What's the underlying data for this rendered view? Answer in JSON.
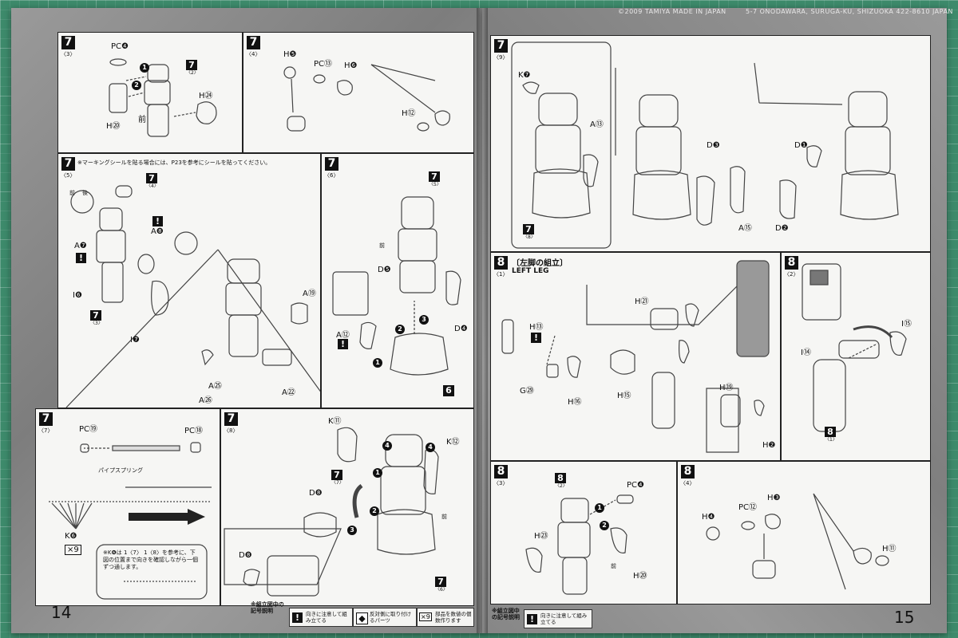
{
  "header": {
    "right_text": "5-7 ONODAWARA, SURUGA-KU, SHIZUOKA 422-8610 JAPAN",
    "left_text": "©2009 TAMIYA  MADE IN JAPAN"
  },
  "left_page": {
    "page_number": "14",
    "step7_3": {
      "step": "7",
      "sub": "〈3〉",
      "labels": {
        "pc4": "PC❹",
        "h20": "H⑳",
        "h24": "H㉔",
        "front": "前"
      },
      "ref": {
        "num": "7",
        "sub": "〈2〉"
      }
    },
    "step7_4": {
      "step": "7",
      "sub": "〈4〉",
      "labels": {
        "h5": "H❺",
        "pc13": "PC⑬",
        "h6": "H❻",
        "h12": "H⑫"
      }
    },
    "step7_5": {
      "step": "7",
      "sub": "〈5〉",
      "note": "※マーキングシールを貼る場合には、P23を参考にシールを貼ってください。",
      "labels": {
        "a7": "A❼",
        "a8": "A❽",
        "i6": "I❻",
        "i7": "I❼",
        "a19": "A⑲",
        "a25": "A㉕",
        "a26": "A㉖",
        "a22": "A㉒",
        "front": "前",
        "back": "後"
      },
      "ref_top": {
        "num": "7",
        "sub": "〈4〉"
      },
      "ref_low": {
        "num": "7",
        "sub": "〈3〉"
      }
    },
    "step7_6": {
      "step": "7",
      "sub": "〈6〉",
      "labels": {
        "d5": "D❺",
        "d4": "D❹",
        "a12": "A⑫",
        "front": "前"
      },
      "ref_top": {
        "num": "7",
        "sub": "〈5〉"
      },
      "ref_box": "6"
    },
    "step7_7": {
      "step": "7",
      "sub": "〈7〉",
      "labels": {
        "pc19": "PC⑲",
        "pc18": "PC⑱",
        "spring": "パイプスプリング",
        "k6": "K❻",
        "x9": "×9"
      },
      "note": "※K❻は 1〈7〉 1〈8〉を参考に、下図の位置まで向きを確認しながら一個ずつ通します。"
    },
    "step7_8": {
      "step": "7",
      "sub": "〈8〉",
      "labels": {
        "k11": "K⑪",
        "k12": "K⑫",
        "d8": "D❽",
        "d8b": "D❽",
        "front": "前"
      },
      "ref_mid": {
        "num": "7",
        "sub": "〈7〉"
      },
      "ref_bot": {
        "num": "7",
        "sub": "〈6〉"
      }
    },
    "legend": {
      "title": "※組立図中の記号説明",
      "items": [
        {
          "icon": "!",
          "text": "向きに注意して組み立てる"
        },
        {
          "icon": "◆",
          "text": "反対側に取り付けるパーツ"
        },
        {
          "icon": "×9",
          "text": "部品を数値の個数作ります"
        }
      ]
    }
  },
  "right_page": {
    "page_number": "15",
    "step7_9": {
      "step": "7",
      "sub": "〈9〉",
      "labels": {
        "k7": "K❼",
        "a13": "A⑬",
        "d3": "D❸",
        "a15": "A⑮",
        "d1": "D❶",
        "d2": "D❷"
      },
      "ref": {
        "num": "7",
        "sub": "〈8〉"
      }
    },
    "step8_1": {
      "step": "8",
      "sub": "〈1〉",
      "title_jp": "〔左脚の組立〕",
      "title_en": "LEFT LEG",
      "labels": {
        "h13": "H⑬",
        "g29": "G㉙",
        "h16": "H⑯",
        "h15": "H⑮",
        "h21": "H㉑",
        "h19": "H⑲",
        "h2": "H❷"
      }
    },
    "step8_2": {
      "step": "8",
      "sub": "〈2〉",
      "labels": {
        "i15": "I⑮",
        "i14": "I⑭"
      },
      "ref": {
        "num": "8",
        "sub": "〈1〉"
      }
    },
    "step8_3": {
      "step": "8",
      "sub": "〈3〉",
      "labels": {
        "pc4": "PC❹",
        "h23": "H㉓",
        "h20": "H⑳",
        "front": "前"
      },
      "ref": {
        "num": "8",
        "sub": "〈2〉"
      }
    },
    "step8_4": {
      "step": "8",
      "sub": "〈4〉",
      "labels": {
        "pc12": "PC⑫",
        "h3": "H❸",
        "h4": "H❹",
        "h11": "H⑪"
      }
    },
    "legend": {
      "title": "※組立図中の記号説明",
      "items": [
        {
          "icon": "!",
          "text": "向きに注意して組み立てる"
        }
      ]
    }
  }
}
